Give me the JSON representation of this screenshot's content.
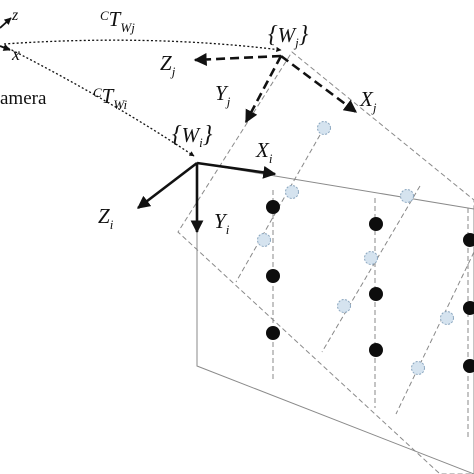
{
  "labels": {
    "camera_z": "z",
    "camera_x": "x",
    "camera_word": "amera",
    "t_wj_sup": "C",
    "t_wj_main": "T",
    "t_wj_sub": "Wj",
    "t_wi_sup": "C",
    "t_wi_main": "T",
    "t_wi_sub": "Wi",
    "wj_open": "{",
    "wj_main": "W",
    "wj_sub": "j",
    "wj_close": "}",
    "wi_open": "{",
    "wi_main": "W",
    "wi_sub": "i",
    "wi_close": "}",
    "zj_main": "Z",
    "zj_sub": "j",
    "yj_main": "Y",
    "yj_sub": "j",
    "xj_main": "X",
    "xj_sub": "j",
    "xi_main": "X",
    "xi_sub": "i",
    "zi_main": "Z",
    "zi_sub": "i",
    "yi_main": "Y",
    "yi_sub": "i"
  },
  "colors": {
    "ink": "#111111",
    "frame_line": "#888888",
    "light_dot_fill": "#d5e3ef",
    "light_dot_stroke": "#8aa6bf",
    "dark_dot": "#0d0d0d"
  }
}
